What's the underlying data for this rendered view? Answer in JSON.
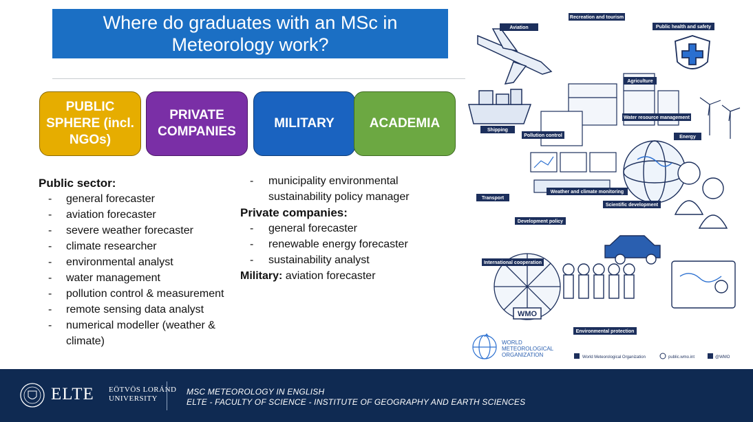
{
  "title": "Where do graduates with an MSc in Meteorology work?",
  "categories": [
    {
      "label": "PUBLIC SPHERE (incl. NGOs)",
      "color": "#e6ad00"
    },
    {
      "label": "PRIVATE COMPANIES",
      "color": "#7a2fa6"
    },
    {
      "label": "MILITARY",
      "color": "#1a63c0"
    },
    {
      "label": "ACADEMIA",
      "color": "#6ca842"
    }
  ],
  "public_sector": {
    "heading": "Public sector:",
    "items": [
      "general forecaster",
      "aviation forecaster",
      "severe weather forecaster",
      "climate researcher",
      "environmental analyst",
      "water management",
      "pollution control & measurement",
      "remote sensing data analyst",
      "numerical modeller (weather & climate)",
      "municipality environmental sustainability policy manager"
    ]
  },
  "private_companies": {
    "heading": "Private companies:",
    "items": [
      "general forecaster",
      "renewable energy forecaster",
      "sustainability analyst"
    ]
  },
  "military": {
    "heading": "Military:",
    "text": "aviation forecaster"
  },
  "illustration": {
    "labels": [
      "Aviation",
      "Recreation and tourism",
      "Public health and safety",
      "Agriculture",
      "Water resource management",
      "Shipping",
      "Pollution control",
      "Energy",
      "Weather and climate monitoring",
      "Transport",
      "Scientific development",
      "Development policy",
      "International cooperation",
      "Environmental protection"
    ],
    "badge": "WMO",
    "org_name": "WORLD METEOROLOGICAL ORGANIZATION",
    "social": [
      "World Meteorological Organization",
      "public.wmo.int",
      "@WMO"
    ]
  },
  "footer": {
    "logo_main": "ELTE",
    "logo_sub1": "EÖTVÖS LORÁND",
    "logo_sub2": "UNIVERSITY",
    "line1": "MSC METEOROLOGY IN ENGLISH",
    "line2": "ELTE - FACULTY OF SCIENCE - INSTITUTE OF GEOGRAPHY AND EARTH SCIENCES"
  }
}
